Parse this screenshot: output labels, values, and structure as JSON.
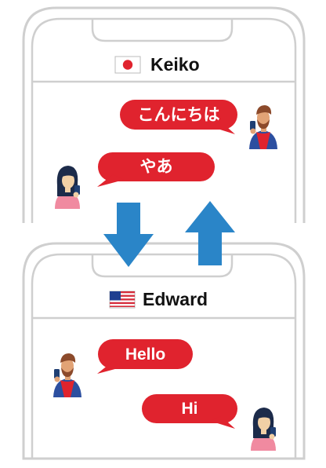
{
  "colors": {
    "bubble": "#e0232e",
    "arrow": "#2a85c8",
    "phone_outline": "#cfcfcf",
    "skin_woman": "#f1d0a6",
    "skin_man": "#e2a376",
    "hair_woman": "#1c2b4a",
    "hair_man": "#8c4a2b",
    "shirt_woman": "#f08aa0",
    "shirt_man": "#2c4fa0",
    "phone_device": "#1f3f73"
  },
  "top_phone": {
    "contact_name": "Keiko",
    "contact_flag": "japan-flag",
    "messages": [
      {
        "text": "こんにちは",
        "side": "right",
        "sender_avatar": "man-avatar"
      },
      {
        "text": "やあ",
        "side": "left",
        "sender_avatar": "woman-avatar"
      }
    ]
  },
  "bottom_phone": {
    "contact_name": "Edward",
    "contact_flag": "usa-flag",
    "messages": [
      {
        "text": "Hello",
        "side": "left",
        "sender_avatar": "man-avatar"
      },
      {
        "text": "Hi",
        "side": "right",
        "sender_avatar": "woman-avatar"
      }
    ]
  },
  "arrows": [
    {
      "direction": "down",
      "icon": "arrow-down-icon"
    },
    {
      "direction": "up",
      "icon": "arrow-up-icon"
    }
  ]
}
